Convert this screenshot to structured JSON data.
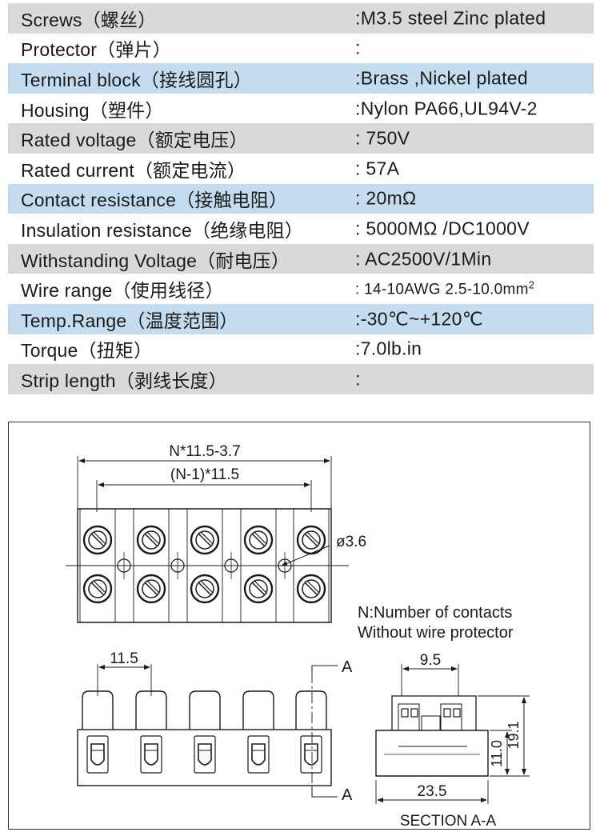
{
  "specs": [
    {
      "label": "Screws（螺丝）",
      "value": ":M3.5 steel Zinc plated",
      "style": "gray"
    },
    {
      "label": "Protector（弹片）",
      "value": ":",
      "style": "white"
    },
    {
      "label": "Terminal block（接线圆孔）",
      "value": ":Brass ,Nickel plated",
      "style": "blue"
    },
    {
      "label": "Housing（塑件）",
      "value": ":Nylon PA66,UL94V-2",
      "style": "white"
    },
    {
      "label": "Rated voltage（额定电压）",
      "value": ": 750V",
      "style": "gray"
    },
    {
      "label": "Rated current（额定电流）",
      "value": ": 57A",
      "style": "white"
    },
    {
      "label": "Contact resistance（接触电阻）",
      "value": ": 20mΩ",
      "style": "blue"
    },
    {
      "label": "Insulation resistance（绝缘电阻）",
      "value": ": 5000MΩ /DC1000V",
      "style": "white"
    },
    {
      "label": "Withstanding Voltage（耐电压）",
      "value": ": AC2500V/1Min",
      "style": "gray"
    },
    {
      "label": "Wire range（使用线径）",
      "value": ": 14-10AWG 2.5-10.0mm",
      "sup": "2",
      "style": "white",
      "small": true
    },
    {
      "label": "Temp.Range（温度范围）",
      "value": ":-30℃~+120℃",
      "style": "blue"
    },
    {
      "label": "Torque（扭矩）",
      "value": ":7.0lb.in",
      "style": "white"
    },
    {
      "label": "Strip length（剥线长度）",
      "value": ":",
      "style": "gray"
    }
  ],
  "drawing": {
    "dim_overall": "N*11.5-3.7",
    "dim_pitch_total": "(N-1)*11.5",
    "dim_hole": "ø3.6",
    "note_line1": "N:Number of contacts",
    "note_line2": "Without wire protector",
    "dim_pitch": "11.5",
    "section_mark_top": "A",
    "section_mark_bottom": "A",
    "dim_section_width_top": "9.5",
    "dim_section_width": "23.5",
    "dim_height_1": "11.0",
    "dim_height_2": "19.1",
    "section_caption": "SECTION A-A"
  }
}
